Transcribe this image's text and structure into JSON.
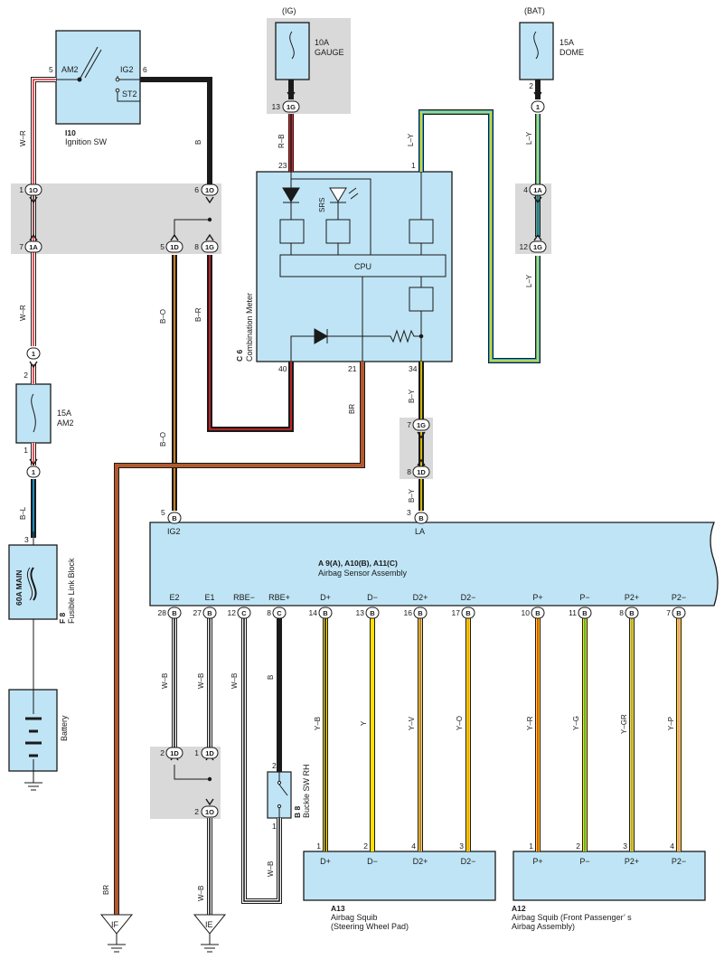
{
  "colors": {
    "component_fill": "#bfe4f5",
    "junction_fill": "#d9d9d9",
    "wire_W": "#ffffff",
    "wire_R": "#e3262b",
    "wire_B": "#1a1a1a",
    "wire_O": "#f39a2b",
    "wire_L": "#1fa9e1",
    "wire_Y": "#ffe000",
    "wire_BR": "#b3592e",
    "wire_V": "#a05cb0",
    "wire_G": "#3aaa3a",
    "wire_GR": "#9a9a9a",
    "wire_P": "#f08bb0"
  },
  "fuses": {
    "ig_top": "(IG)",
    "ig_rating": "10A",
    "ig_name": "GAUGE",
    "bat_top": "(BAT)",
    "bat_rating": "15A",
    "bat_name": "DOME",
    "am2_rating": "15A",
    "am2_name": "AM2"
  },
  "ignition": {
    "code": "I10",
    "name": "Ignition SW",
    "am2": "AM2",
    "ig2": "IG2",
    "st2": "ST2",
    "pin5": "5",
    "pin6": "6"
  },
  "fusible_link": {
    "code": "F 8",
    "name": "Fusible Link Block",
    "rating": "60A MAIN",
    "pin3": "3"
  },
  "battery": {
    "name": "Battery"
  },
  "meter": {
    "code": "C 6",
    "name": "Combination Meter",
    "srs": "SRS",
    "cpu": "CPU",
    "pin23": "23",
    "pin1": "1",
    "pin40": "40",
    "pin21": "21",
    "pin34": "34"
  },
  "sensor": {
    "code_line": "A 9(A), A10(B), A11(C)",
    "name": "Airbag Sensor Assembly",
    "ig2": "IG2",
    "la": "LA",
    "pin5": "5",
    "pin3": "3",
    "bottom_labels": [
      "E2",
      "E1",
      "RBE−",
      "RBE+",
      "D+",
      "D−",
      "D2+",
      "D2−",
      "P+",
      "P−",
      "P2+",
      "P2−"
    ],
    "bottom_pins": [
      "28",
      "27",
      "12",
      "8",
      "14",
      "13",
      "16",
      "17",
      "10",
      "11",
      "8",
      "7"
    ],
    "bottom_conns": [
      "B",
      "B",
      "C",
      "C",
      "B",
      "B",
      "B",
      "B",
      "B",
      "B",
      "B",
      "B"
    ]
  },
  "buckle": {
    "code": "B 8",
    "name": "Buckle SW RH",
    "pin2": "2",
    "pin1": "1"
  },
  "squib_a13": {
    "code": "A13",
    "name1": "Airbag Squib",
    "name2": "(Steering Wheel Pad)",
    "labels": [
      "D+",
      "D−",
      "D2+",
      "D2−"
    ],
    "pins": [
      "1",
      "2",
      "4",
      "3"
    ]
  },
  "squib_a12": {
    "code": "A12",
    "name1": "Airbag Squib (Front Passenger’ s",
    "name2": "Airbag Assembly)",
    "labels": [
      "P+",
      "P−",
      "P2+",
      "P2−"
    ],
    "pins": [
      "1",
      "2",
      "3",
      "4"
    ]
  },
  "grounds": {
    "if": "IF",
    "ie": "IE"
  },
  "connectors": {
    "c1O_left": "1O",
    "c1A_left": "1A",
    "c1O_right": "1O",
    "c1D_mid": "1D",
    "c1G_mid": "1G",
    "c1G_gauge": "1G",
    "c1_dome": "1",
    "c1A_dome": "1A",
    "c1G_dome": "1G",
    "c1_am2_top": "1",
    "c1_am2_bot": "1",
    "c1G_la": "1G",
    "c1D_la": "1D",
    "c1D_e2": "1D",
    "c1D_e1": "1D",
    "c1O_e": "1O",
    "n1": "1",
    "n7": "7",
    "n6": "6",
    "n5": "5",
    "n8": "8",
    "n13": "13",
    "n2": "2",
    "n4": "4",
    "n12": "12",
    "n7b": "7",
    "n8b": "8",
    "n2b": "2",
    "n1b": "1",
    "n2c": "2",
    "n2d": "2",
    "n2e": "2"
  },
  "wires": {
    "w_r1": "W–R",
    "w_r2": "W–R",
    "b_top": "B",
    "r_b": "R–B",
    "l_y1": "L–Y",
    "l_y2": "L–Y",
    "l_y3": "L–Y",
    "b_o1": "B–O",
    "b_r": "B–R",
    "b_o2": "B–O",
    "b_l": "B–L",
    "br1": "BR",
    "br2": "BR",
    "b_y1": "B–Y",
    "b_y2": "B–Y",
    "w_b1": "W–B",
    "w_b2": "W–B",
    "w_b3": "W–B",
    "w_b4": "W–B",
    "w_b5": "W–B",
    "b_rbe": "B",
    "y_b": "Y–B",
    "y": "Y",
    "y_v": "Y–V",
    "y_o": "Y–O",
    "y_r": "Y–R",
    "y_g": "Y–G",
    "y_gr": "Y–GR",
    "y_p": "Y–P"
  }
}
